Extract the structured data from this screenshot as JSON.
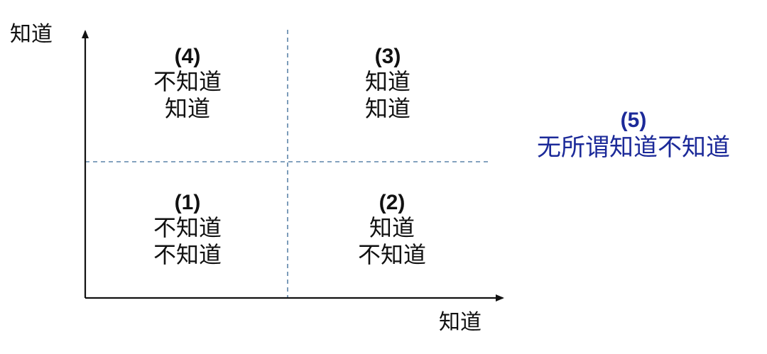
{
  "axes": {
    "y_label": "知道",
    "x_label": "知道"
  },
  "quadrants": {
    "q4": {
      "number": "(4)",
      "line1": "不知道",
      "line2": "知道"
    },
    "q3": {
      "number": "(3)",
      "line1": "知道",
      "line2": "知道"
    },
    "q1": {
      "number": "(1)",
      "line1": "不知道",
      "line2": "不知道"
    },
    "q2": {
      "number": "(2)",
      "line1": "知道",
      "line2": "不知道"
    }
  },
  "outside": {
    "number": "(5)",
    "text": "无所谓知道不知道"
  },
  "colors": {
    "axis": "#111111",
    "divider": "#5b84a8",
    "accent": "#1c2a99"
  }
}
